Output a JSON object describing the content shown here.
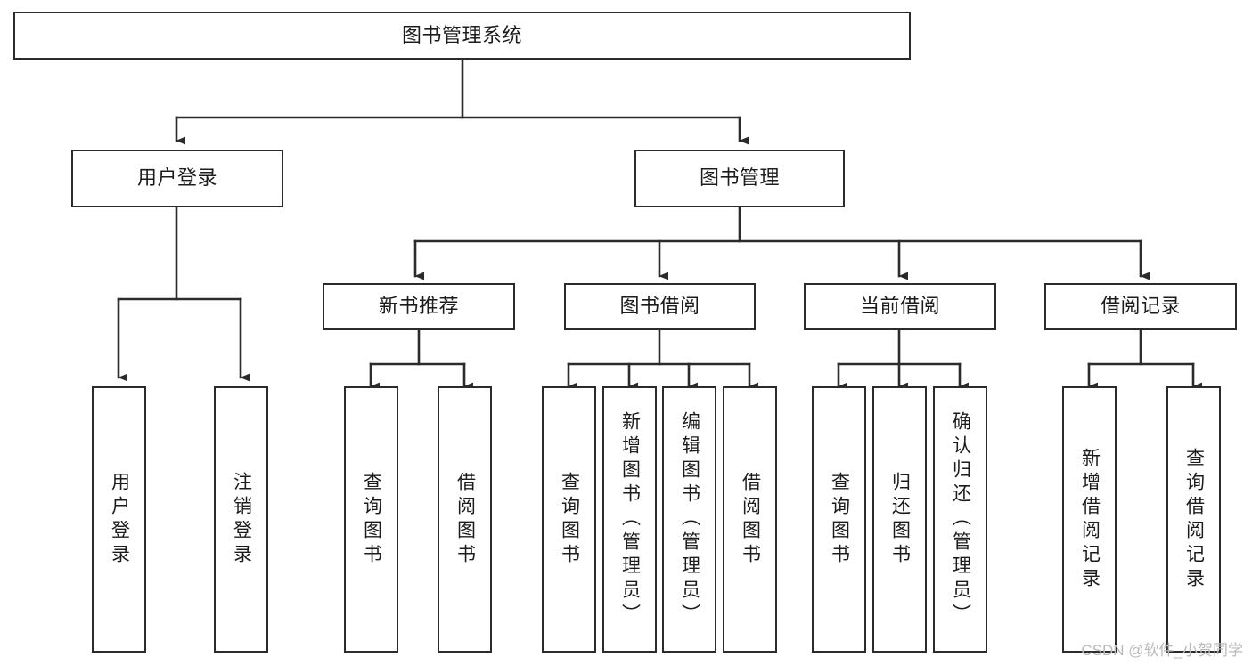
{
  "diagram": {
    "type": "hierarchy-tree",
    "title": "图书管理系统",
    "orientation": "top-down",
    "levels": 4,
    "root": {
      "id": "root",
      "label": "图书管理系统",
      "text_direction": "horizontal"
    },
    "level2": [
      {
        "id": "user-login",
        "label": "用户登录",
        "text_direction": "horizontal"
      },
      {
        "id": "book-management",
        "label": "图书管理",
        "text_direction": "horizontal"
      }
    ],
    "level3": [
      {
        "id": "new-book-recommend",
        "label": "新书推荐",
        "text_direction": "horizontal",
        "parent": "book-management"
      },
      {
        "id": "book-borrow",
        "label": "图书借阅",
        "text_direction": "horizontal",
        "parent": "book-management"
      },
      {
        "id": "current-borrow",
        "label": "当前借阅",
        "text_direction": "horizontal",
        "parent": "book-management"
      },
      {
        "id": "borrow-record",
        "label": "借阅记录",
        "text_direction": "horizontal",
        "parent": "book-management"
      }
    ],
    "leaves": [
      {
        "id": "leaf-user-login",
        "label": "用户登录",
        "parent": "user-login",
        "text_direction": "vertical"
      },
      {
        "id": "leaf-user-logout",
        "label": "注销登录",
        "parent": "user-login",
        "text_direction": "vertical"
      },
      {
        "id": "leaf-query-book-1",
        "label": "查询图书",
        "parent": "new-book-recommend",
        "text_direction": "vertical"
      },
      {
        "id": "leaf-borrow-book-1",
        "label": "借阅图书",
        "parent": "new-book-recommend",
        "text_direction": "vertical"
      },
      {
        "id": "leaf-query-book-2",
        "label": "查询图书",
        "parent": "book-borrow",
        "text_direction": "vertical"
      },
      {
        "id": "leaf-add-book",
        "label": "新增图书（管理员）",
        "parent": "book-borrow",
        "text_direction": "vertical"
      },
      {
        "id": "leaf-edit-book",
        "label": "编辑图书（管理员）",
        "parent": "book-borrow",
        "text_direction": "vertical"
      },
      {
        "id": "leaf-borrow-book-2",
        "label": "借阅图书",
        "parent": "book-borrow",
        "text_direction": "vertical"
      },
      {
        "id": "leaf-query-book-3",
        "label": "查询图书",
        "parent": "current-borrow",
        "text_direction": "vertical"
      },
      {
        "id": "leaf-return-book",
        "label": "归还图书",
        "parent": "current-borrow",
        "text_direction": "vertical"
      },
      {
        "id": "leaf-confirm-return",
        "label": "确认归还（管理员）",
        "parent": "current-borrow",
        "text_direction": "vertical"
      },
      {
        "id": "leaf-add-record",
        "label": "新增借阅记录",
        "parent": "borrow-record",
        "text_direction": "vertical"
      },
      {
        "id": "leaf-query-record",
        "label": "查询借阅记录",
        "parent": "borrow-record",
        "text_direction": "vertical"
      }
    ],
    "colors": {
      "stroke": "#2b2b2b",
      "fill": "#ffffff",
      "text": "#1c1c1c",
      "watermark": "#b9b9b9"
    }
  },
  "watermark": {
    "text": "CSDN @软件_小贺同学"
  }
}
